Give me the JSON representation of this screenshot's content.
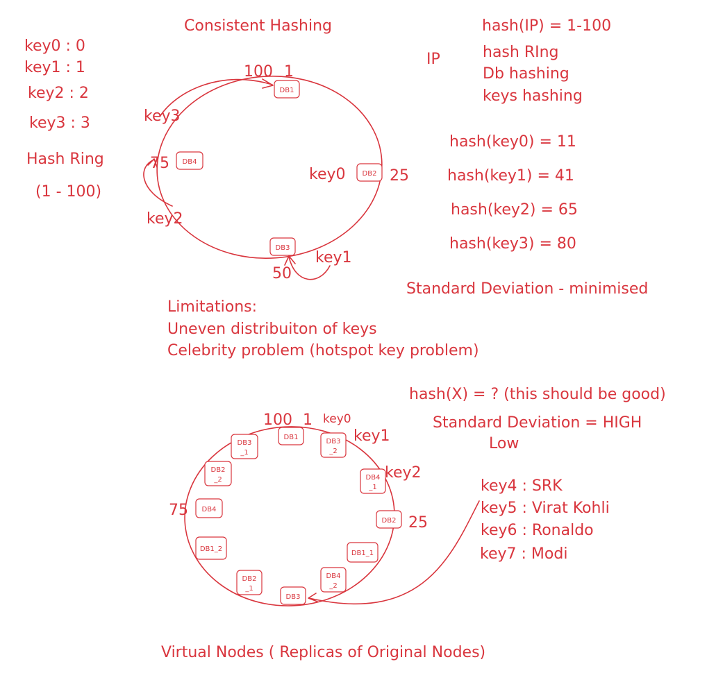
{
  "colors": {
    "ink": "#d9363e",
    "background": "#ffffff"
  },
  "title": "Consistent Hashing",
  "key_mapping": [
    "key0 : 0",
    "key1 : 1",
    "key2 : 2",
    "key3 : 3"
  ],
  "hash_ring_label": "Hash Ring",
  "hash_ring_range": "(1 - 100)",
  "hash_ip_formula": "hash(IP) = 1-100",
  "ip_label": "IP",
  "hashing_notes": [
    "hash RIng",
    "Db hashing",
    "keys hashing"
  ],
  "key_hashes": [
    "hash(key0) = 11",
    "hash(key1) = 41",
    "hash(key2) = 65",
    "hash(key3) = 80"
  ],
  "std_dev_minimised": "Standard Deviation - minimised",
  "ring1": {
    "markers": {
      "m100": "100",
      "m1": "1",
      "m25": "25",
      "m50": "50",
      "m75": "75"
    },
    "nodes": {
      "db1": "DB1",
      "db2": "DB2",
      "db3": "DB3",
      "db4": "DB4"
    },
    "keys": {
      "key0": "key0",
      "key1": "key1",
      "key2": "key2",
      "key3": "key3"
    }
  },
  "limitations": {
    "heading": "Limitations:",
    "items": [
      "Uneven distribuiton of keys",
      "Celebrity problem (hotspot key problem)"
    ]
  },
  "hash_x_formula": "hash(X) = ? (this should be good)",
  "std_dev_high": "Standard Deviation = HIGH",
  "std_dev_low": "Low",
  "ring2": {
    "markers": {
      "m100": "100",
      "m1": "1",
      "m25": "25",
      "m75": "75"
    },
    "keys": {
      "key0": "key0",
      "key1": "key1",
      "key2": "key2"
    },
    "nodes": {
      "db1": "DB1",
      "db3_2_a": "DB3",
      "db3_2_b": "_2",
      "db4_1_a": "DB4",
      "db4_1_b": "_1",
      "db2": "DB2",
      "db1_1": "DB1_1",
      "db4_2_a": "DB4",
      "db4_2_b": "_2",
      "db3": "DB3",
      "db2_1_a": "DB2",
      "db2_1_b": "_1",
      "db1_2": "DB1_2",
      "db4": "DB4",
      "db2_2_a": "DB2",
      "db2_2_b": "_2",
      "db3_1_a": "DB3",
      "db3_1_b": "_1"
    }
  },
  "celebrity_keys": [
    "key4 : SRK",
    "key5 : Virat Kohli",
    "key6 : Ronaldo",
    "key7 : Modi"
  ],
  "virtual_nodes_caption": "Virtual Nodes ( Replicas of Original Nodes)"
}
